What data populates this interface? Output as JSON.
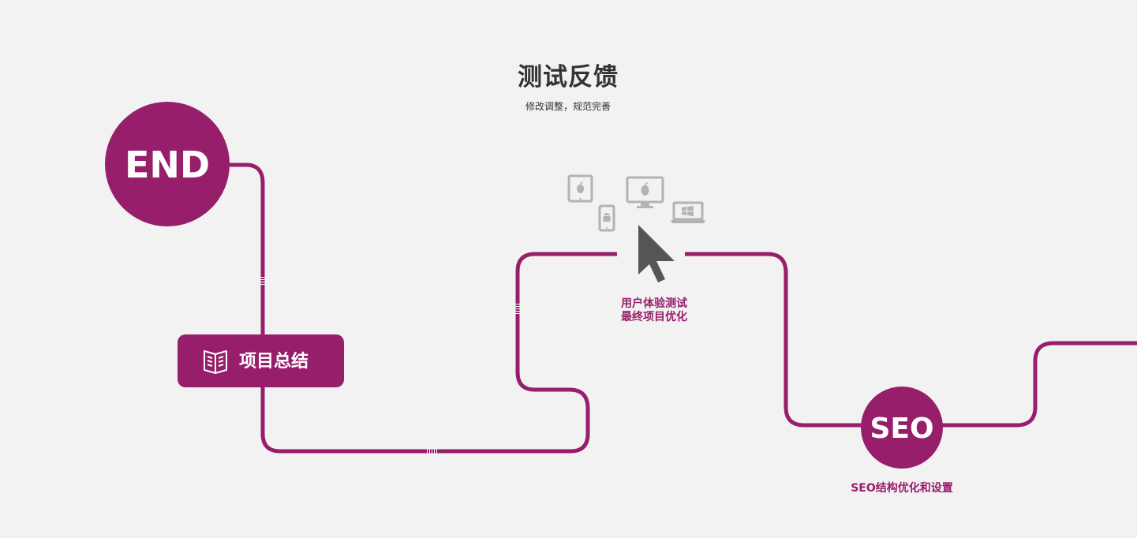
{
  "header": {
    "title": "测试反馈",
    "subtitle": "修改调整，规范完善"
  },
  "nodes": {
    "end": {
      "label": "END"
    },
    "summary": {
      "label": "项目总结"
    },
    "testing": {
      "line1": "用户体验测试",
      "line2": "最终项目优化"
    },
    "seo": {
      "label": "SEO",
      "caption": "SEO结构优化和设置"
    }
  },
  "icons": [
    "book-icon",
    "tablet-apple-icon",
    "monitor-apple-icon",
    "phone-android-icon",
    "laptop-windows-icon",
    "cursor-arrow-icon"
  ],
  "colors": {
    "accent": "#961e6a",
    "background": "#f2f2f3",
    "title": "#333333",
    "device_gray": "#b3b3b3",
    "cursor": "#555555"
  }
}
